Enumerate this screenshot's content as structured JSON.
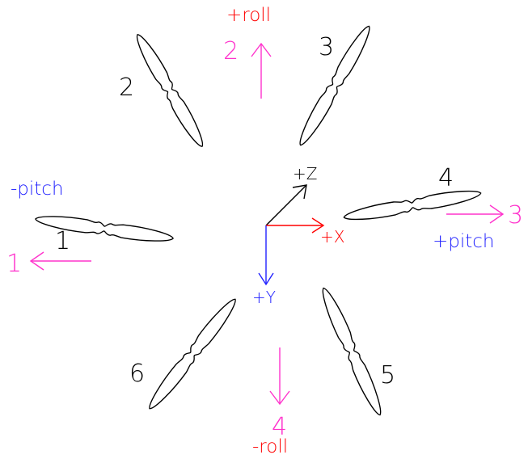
{
  "colors": {
    "blade": "#000000",
    "magenta": "#ff33cc",
    "red": "#ff0000",
    "blue": "#2222ff",
    "black": "#000000"
  },
  "propellers": [
    {
      "id": "1",
      "label": "1"
    },
    {
      "id": "2",
      "label": "2"
    },
    {
      "id": "3",
      "label": "3"
    },
    {
      "id": "4",
      "label": "4"
    },
    {
      "id": "5",
      "label": "5"
    },
    {
      "id": "6",
      "label": "6"
    }
  ],
  "motion_labels": {
    "plus_roll": "+roll",
    "minus_roll": "-roll",
    "minus_pitch": "-pitch",
    "plus_pitch": "+pitch"
  },
  "motor_refs": {
    "top": "2",
    "bottom": "4",
    "left": "1",
    "right": "3"
  },
  "axes": {
    "x": "+X",
    "y": "+Y",
    "z": "+Z"
  }
}
